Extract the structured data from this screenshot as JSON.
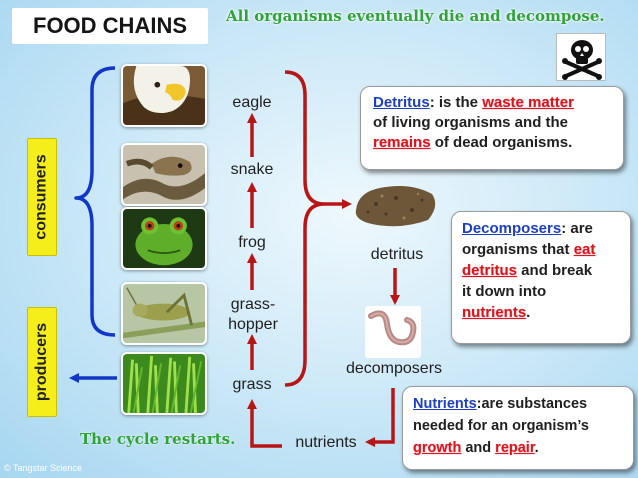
{
  "title": "FOOD CHAINS",
  "subtitle": "All organisms eventually die and decompose.",
  "side_labels": {
    "consumers": "consumers",
    "producers": "producers"
  },
  "chain": {
    "eagle": "eagle",
    "snake": "snake",
    "frog": "frog",
    "grasshopper_1": "grass-",
    "grasshopper_2": "hopper",
    "grass": "grass",
    "nutrients": "nutrients",
    "detritus": "detritus",
    "decomposers": "decomposers"
  },
  "detritus_box": {
    "term": "Detritus",
    "text_1": ": is the ",
    "fill_1": "waste matter",
    "text_2": "of living organisms and the",
    "fill_2": "remains",
    "text_3": " of dead organisms."
  },
  "decomposers_box": {
    "term": "Decomposers",
    "text_1": ": are",
    "text_2": "organisms that ",
    "fill_1": "eat",
    "fill_2": "detritus",
    "text_3": " and break",
    "text_4": "it down into",
    "fill_3": "nutrients",
    "text_5": "."
  },
  "nutrients_box": {
    "term": "Nutrients",
    "text_1": ":are substances",
    "text_2": "needed for an organism’s",
    "fill_1": "growth",
    "text_3": " and ",
    "fill_2": "repair",
    "text_4": "."
  },
  "restart": "The cycle restarts.",
  "copyright": "© Tangstar Science",
  "colors": {
    "arrow_red": "#b81616",
    "brace_blue": "#1237c8",
    "fill_red": "#d61a1a",
    "term_blue": "#1d3fc0",
    "green_text": "#2fa33a",
    "label_yellow": "#f6ee1a"
  },
  "icons": [
    "skull-crossbones-icon"
  ]
}
